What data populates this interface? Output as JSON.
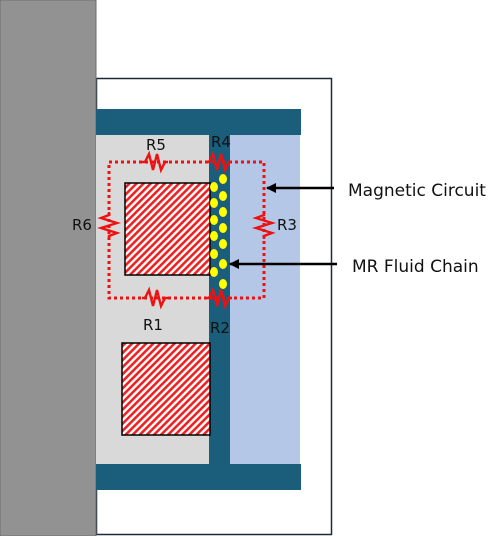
{
  "labels": {
    "r1": "R1",
    "r2": "R2",
    "r3": "R3",
    "r4": "R4",
    "r5": "R5",
    "r6": "R6"
  },
  "callouts": {
    "magnetic_circuit": "Magnetic Circuit",
    "mr_fluid_chain": "MR Fluid Chain"
  },
  "colors": {
    "wall": "#929292",
    "core": "#d9d9d9",
    "gap": "#b4c7e7",
    "yoke": "#1b5e7c",
    "coil_red": "#ee2222",
    "circuit_path": "#ee1111",
    "particle": "#ffff00"
  }
}
